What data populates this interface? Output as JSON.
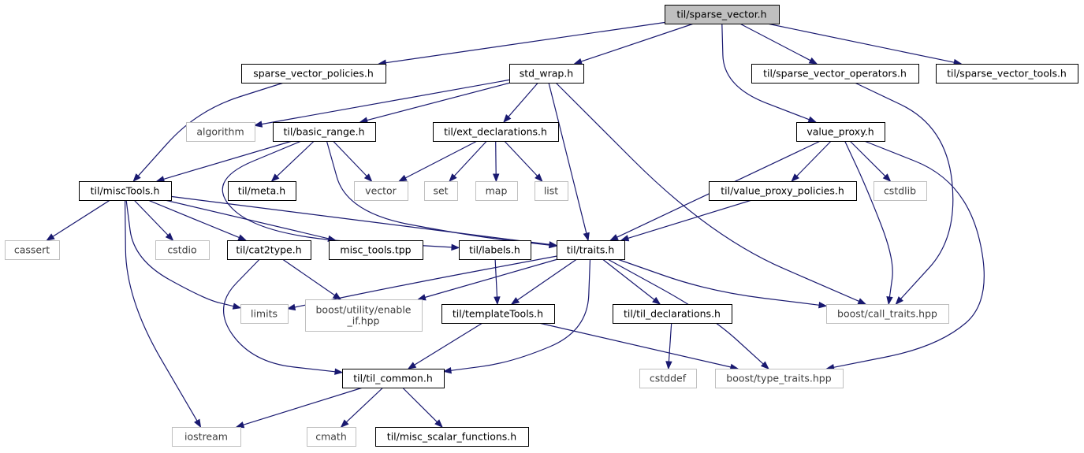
{
  "graph": {
    "nodes": [
      {
        "id": "sparse_vector",
        "label": "til/sparse_vector.h",
        "kind": "root"
      },
      {
        "id": "sv_policies",
        "label": "sparse_vector_policies.h",
        "kind": "local"
      },
      {
        "id": "std_wrap",
        "label": "std_wrap.h",
        "kind": "local"
      },
      {
        "id": "sv_operators",
        "label": "til/sparse_vector_operators.h",
        "kind": "local"
      },
      {
        "id": "sv_tools",
        "label": "til/sparse_vector_tools.h",
        "kind": "local"
      },
      {
        "id": "algorithm",
        "label": "algorithm",
        "kind": "external"
      },
      {
        "id": "basic_range",
        "label": "til/basic_range.h",
        "kind": "local"
      },
      {
        "id": "ext_decl",
        "label": "til/ext_declarations.h",
        "kind": "local"
      },
      {
        "id": "value_proxy",
        "label": "value_proxy.h",
        "kind": "local"
      },
      {
        "id": "miscTools",
        "label": "til/miscTools.h",
        "kind": "local"
      },
      {
        "id": "meta",
        "label": "til/meta.h",
        "kind": "local"
      },
      {
        "id": "vector",
        "label": "vector",
        "kind": "external"
      },
      {
        "id": "set",
        "label": "set",
        "kind": "external"
      },
      {
        "id": "map",
        "label": "map",
        "kind": "external"
      },
      {
        "id": "list",
        "label": "list",
        "kind": "external"
      },
      {
        "id": "vp_policies",
        "label": "til/value_proxy_policies.h",
        "kind": "local"
      },
      {
        "id": "cstdlib",
        "label": "cstdlib",
        "kind": "external"
      },
      {
        "id": "cassert",
        "label": "cassert",
        "kind": "external"
      },
      {
        "id": "cstdio",
        "label": "cstdio",
        "kind": "external"
      },
      {
        "id": "cat2type",
        "label": "til/cat2type.h",
        "kind": "local"
      },
      {
        "id": "misc_tools_tpp",
        "label": "misc_tools.tpp",
        "kind": "local"
      },
      {
        "id": "labels",
        "label": "til/labels.h",
        "kind": "local"
      },
      {
        "id": "traits",
        "label": "til/traits.h",
        "kind": "local"
      },
      {
        "id": "limits",
        "label": "limits",
        "kind": "external"
      },
      {
        "id": "enable_if",
        "label": "boost/utility/enable\n_if.hpp",
        "kind": "external"
      },
      {
        "id": "templateTools",
        "label": "til/templateTools.h",
        "kind": "local"
      },
      {
        "id": "til_decl",
        "label": "til/til_declarations.h",
        "kind": "local"
      },
      {
        "id": "call_traits",
        "label": "boost/call_traits.hpp",
        "kind": "external"
      },
      {
        "id": "til_common",
        "label": "til/til_common.h",
        "kind": "local"
      },
      {
        "id": "cstddef",
        "label": "cstddef",
        "kind": "external"
      },
      {
        "id": "type_traits",
        "label": "boost/type_traits.hpp",
        "kind": "external"
      },
      {
        "id": "iostream",
        "label": "iostream",
        "kind": "external"
      },
      {
        "id": "cmath",
        "label": "cmath",
        "kind": "external"
      },
      {
        "id": "misc_scalar",
        "label": "til/misc_scalar_functions.h",
        "kind": "local"
      }
    ],
    "edges": [
      [
        "sparse_vector",
        "sv_policies"
      ],
      [
        "sparse_vector",
        "std_wrap"
      ],
      [
        "sparse_vector",
        "sv_operators"
      ],
      [
        "sparse_vector",
        "sv_tools"
      ],
      [
        "sparse_vector",
        "value_proxy"
      ],
      [
        "sv_policies",
        "miscTools"
      ],
      [
        "std_wrap",
        "algorithm"
      ],
      [
        "std_wrap",
        "basic_range"
      ],
      [
        "std_wrap",
        "ext_decl"
      ],
      [
        "std_wrap",
        "traits"
      ],
      [
        "std_wrap",
        "call_traits"
      ],
      [
        "sv_operators",
        "call_traits"
      ],
      [
        "basic_range",
        "miscTools"
      ],
      [
        "basic_range",
        "meta"
      ],
      [
        "basic_range",
        "vector"
      ],
      [
        "basic_range",
        "labels"
      ],
      [
        "basic_range",
        "traits"
      ],
      [
        "ext_decl",
        "vector"
      ],
      [
        "ext_decl",
        "set"
      ],
      [
        "ext_decl",
        "map"
      ],
      [
        "ext_decl",
        "list"
      ],
      [
        "value_proxy",
        "traits"
      ],
      [
        "value_proxy",
        "vp_policies"
      ],
      [
        "value_proxy",
        "cstdlib"
      ],
      [
        "value_proxy",
        "call_traits"
      ],
      [
        "value_proxy",
        "type_traits"
      ],
      [
        "vp_policies",
        "traits"
      ],
      [
        "miscTools",
        "cassert"
      ],
      [
        "miscTools",
        "cstdio"
      ],
      [
        "miscTools",
        "cat2type"
      ],
      [
        "miscTools",
        "misc_tools_tpp"
      ],
      [
        "miscTools",
        "traits"
      ],
      [
        "miscTools",
        "limits"
      ],
      [
        "miscTools",
        "iostream"
      ],
      [
        "cat2type",
        "enable_if"
      ],
      [
        "cat2type",
        "til_common"
      ],
      [
        "labels",
        "templateTools"
      ],
      [
        "traits",
        "limits"
      ],
      [
        "traits",
        "enable_if"
      ],
      [
        "traits",
        "templateTools"
      ],
      [
        "traits",
        "til_decl"
      ],
      [
        "traits",
        "call_traits"
      ],
      [
        "traits",
        "til_common"
      ],
      [
        "traits",
        "type_traits"
      ],
      [
        "templateTools",
        "til_common"
      ],
      [
        "templateTools",
        "type_traits"
      ],
      [
        "til_decl",
        "cstddef"
      ],
      [
        "til_common",
        "iostream"
      ],
      [
        "til_common",
        "cmath"
      ],
      [
        "til_common",
        "misc_scalar"
      ]
    ]
  }
}
